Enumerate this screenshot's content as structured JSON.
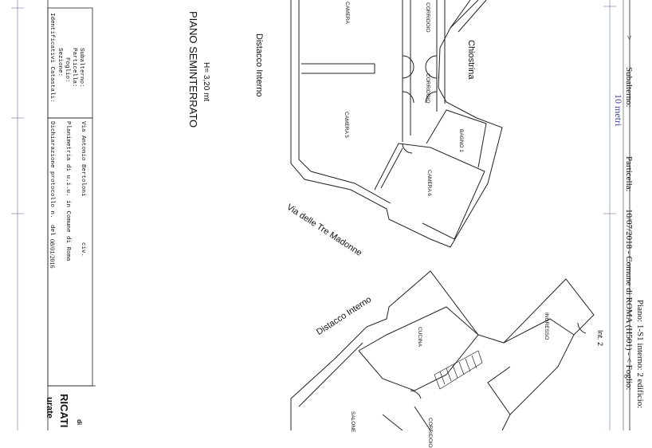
{
  "header": {
    "identificativi_title": "Identificativi Catastali:",
    "sezione": "Sezione:",
    "foglio": "Foglio:",
    "particella": "Particella:",
    "subalterno": "Subalterno:",
    "dichiarazione": "Dichiarazione protocollo n.",
    "del_label": "del",
    "date": "08/01/2016",
    "planimetria": "Planimetria di u.i.u. in Comune di Roma",
    "address": "Via Antonio Bertoloni",
    "civ": "civ.",
    "agency_partial": "urate",
    "office_partial": "RICATI",
    "small_partial": "di"
  },
  "plan": {
    "floor_title": "PIANO SEMINTERRATO",
    "height": "H= 3,20 mt",
    "distacco_top": "Distacco Interno",
    "distacco_bottom": "Distacco Interno",
    "street": "Via delle Tre Madonne",
    "chiostrina": "Chiostrina",
    "int": "Int. 2",
    "rooms": {
      "camera_top": "CAMERA",
      "corridoio_1": "CORRIDOIO",
      "corridoio_2": "CORRIDOIO",
      "camera5": "CAMERA 5",
      "bagno1": "BAGNO 1",
      "camera6": "CAMERA 6",
      "cucina": "CUCINA",
      "ingresso": "INGRESSO",
      "salone": "SALONE",
      "corridoio_3": "CORRIDOIO"
    }
  },
  "footer": {
    "scale": "10 metri",
    "particella_right": "Particella:",
    "subalterno_right": "Subalterno:",
    "arrow": ">",
    "line1": "10/07/2018 - Comune di ROMA (H501) - < Foglio:",
    "line2": "Piano: 1-S1 interno: 2 edificio:"
  }
}
